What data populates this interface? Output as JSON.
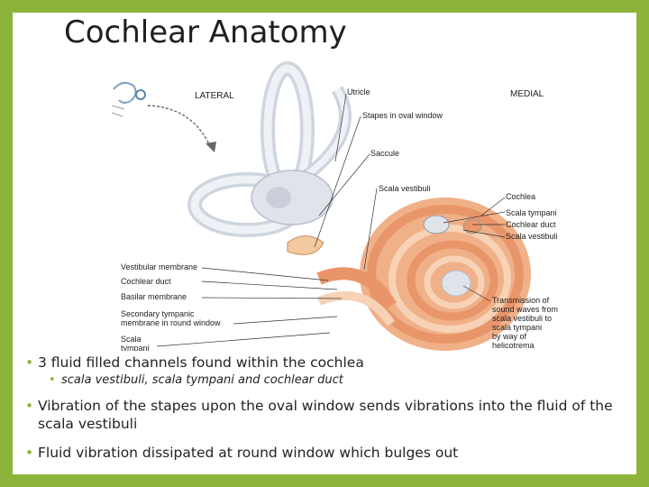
{
  "title": "Cochlear Anatomy",
  "figure": {
    "lateral": "LATERAL",
    "medial": "MEDIAL",
    "labels_right": [
      "Utricle",
      "Stapes in oval window",
      "Saccule",
      "Scala vestibuli",
      "Cochlea",
      "Scala tympani",
      "Cochlear duct",
      "Scala vestibuli"
    ],
    "labels_left": [
      "Vestibular membrane",
      "Cochlear duct",
      "Basilar membrane",
      "Secondary tympanic",
      "membrane in round window",
      "Scala",
      "tympani"
    ],
    "transmission": [
      "Transmission of",
      "sound waves from",
      "scala vestibuli to",
      "scala tympani",
      "by way of",
      "helicotrema"
    ]
  },
  "bullets": [
    {
      "text": "3 fluid filled channels found within the cochlea"
    },
    {
      "text": "scala vestibuli, scala tympani and cochlear duct"
    },
    {
      "text": "Vibration of the stapes upon the oval window sends vibrations into the fluid of the scala vestibuli"
    },
    {
      "text": "Fluid vibration dissipated at round window which bulges out"
    }
  ],
  "colors": {
    "frame": "#8db43a",
    "cochlea": "#e9956a",
    "bone": "#dfe3ea"
  }
}
